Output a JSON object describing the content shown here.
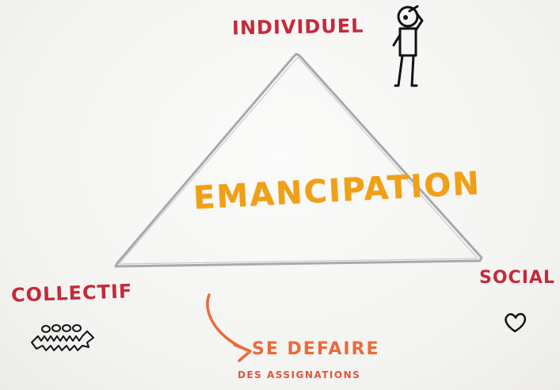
{
  "center_label": "EMANCIPATION",
  "vertices": {
    "top": "INDIVIDUEL",
    "left": "COLLECTIF",
    "right": "SOCIAL"
  },
  "outcome": {
    "line1": "SE DEFAIRE",
    "line2": "DES ASSIGNATIONS"
  },
  "icons": {
    "top": "thinking-person-icon",
    "left": "crowd-icon",
    "right": "heart-icon"
  },
  "colors": {
    "vertex_text": "#c42a3a",
    "center_text": "#f0a017",
    "outcome_text": "#ec6a3a",
    "triangle": "#a9a9a9"
  }
}
